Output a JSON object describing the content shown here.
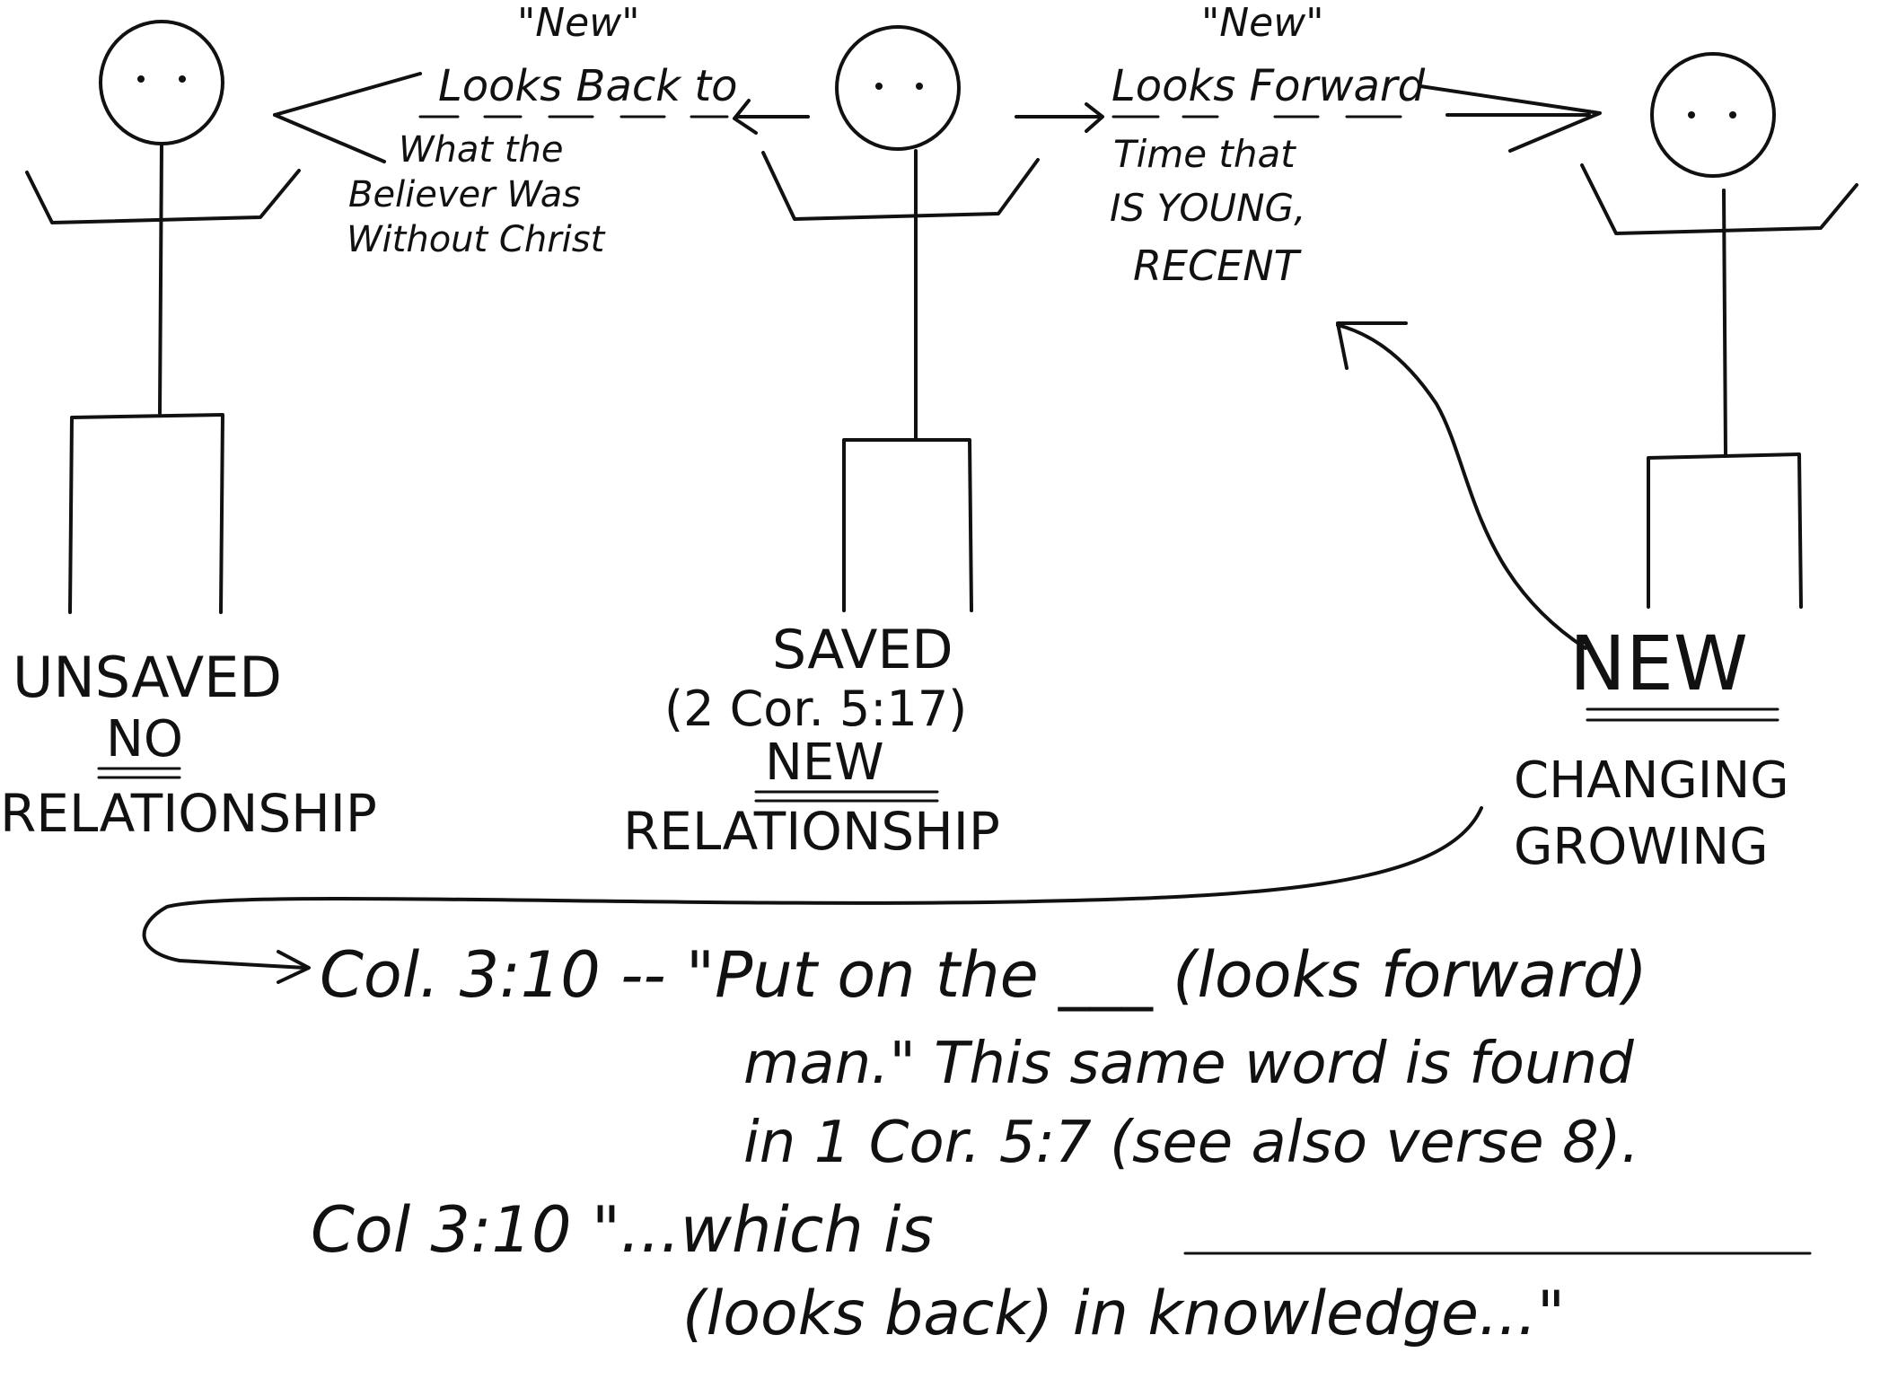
{
  "figures": [
    {
      "id": "left",
      "caption": "UNSAVED",
      "caption_emph": "NO",
      "caption_tail": "RELATIONSHIP"
    },
    {
      "id": "middle",
      "caption": "SAVED",
      "caption_ref": "(2 Cor. 5:17)",
      "caption_emph": "NEW",
      "caption_tail": "RELATIONSHIP"
    },
    {
      "id": "right",
      "caption_emph": "NEW",
      "caption_line1": "CHANGING",
      "caption_line2": "GROWING"
    }
  ],
  "left_arrow": {
    "quote": "\"New\"",
    "label": "Looks Back to",
    "desc": [
      "What the",
      "Believer Was",
      "Without Christ"
    ]
  },
  "right_arrow": {
    "quote": "\"New\"",
    "label": "Looks Forward",
    "desc": [
      "Time that",
      "IS YOUNG,",
      "RECENT"
    ]
  },
  "verses": {
    "line1": "Col. 3:10 -- \"Put on the ___ (looks forward)",
    "line2": "man.\" This same word is found",
    "line3": "in 1 Cor. 5:7 (see also verse 8).",
    "line4": "Col 3:10  \"...which is",
    "line5": "(looks back) in knowledge...\""
  }
}
